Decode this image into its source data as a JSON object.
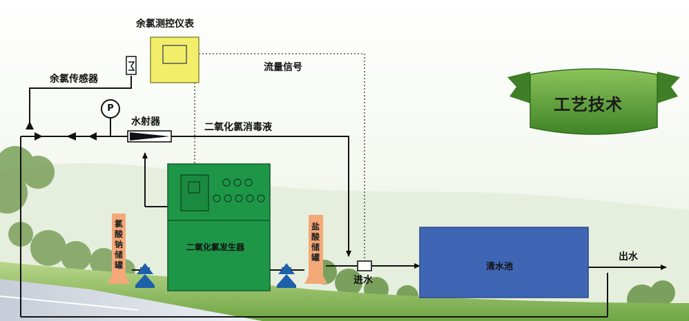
{
  "labels": {
    "meter_title": "余氯测控仪表",
    "sensor": "余氯传感器",
    "flow_signal": "流量信号",
    "ejector": "水射器",
    "disinfectant": "二氧化氯消毒液",
    "generator": "二氧化氯发生器",
    "chlorate_tank": "氯酸钠储罐",
    "acid_tank": "盐酸储罐",
    "inlet": "进水",
    "pool": "清水池",
    "outlet": "出水",
    "gauge": "P"
  },
  "banner": {
    "title": "工艺技术"
  },
  "colors": {
    "meter": "#f2ee6a",
    "generator": "#1e9648",
    "pool": "#3f66b4",
    "tank": "#f3a877",
    "pump": "#1d5fa8",
    "banner": "#4d9a35"
  }
}
